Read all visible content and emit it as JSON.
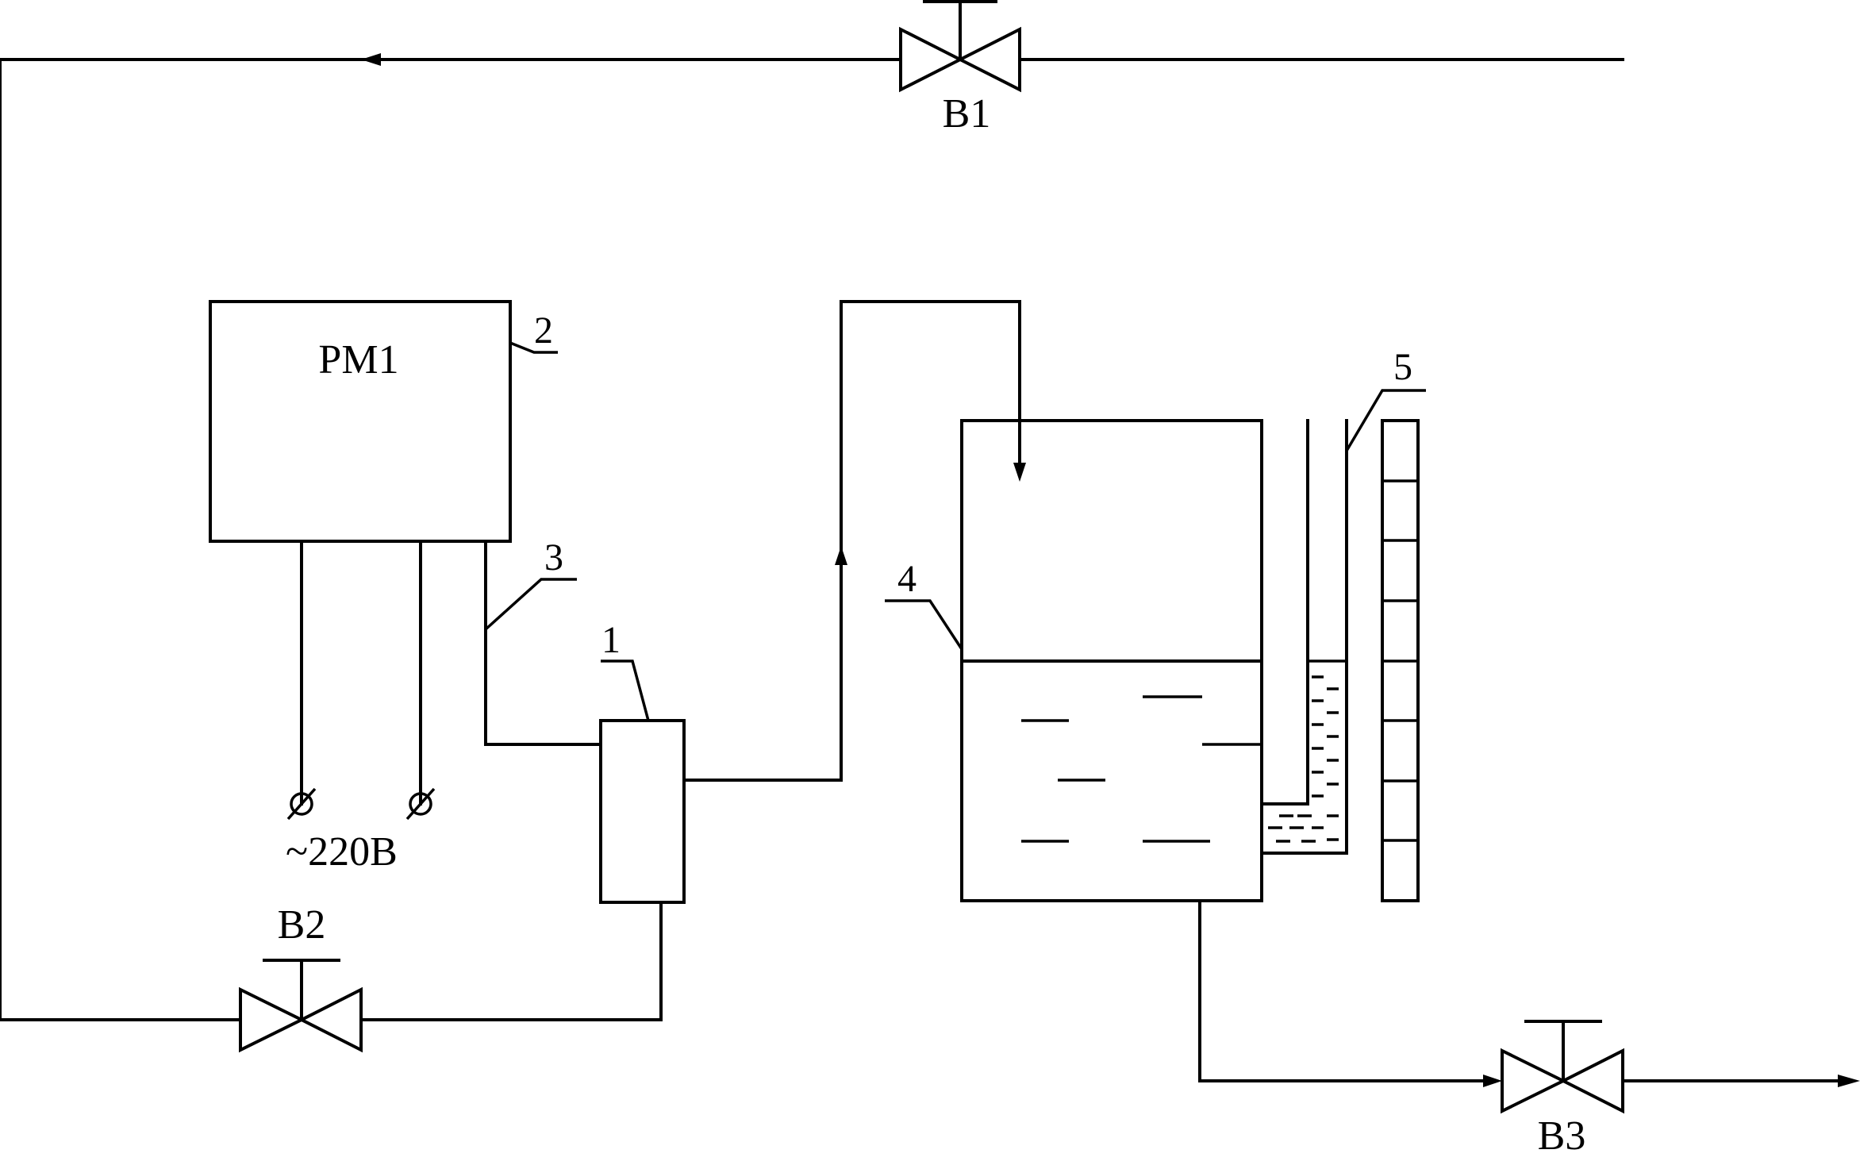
{
  "colors": {
    "line": "#000000",
    "background": "#ffffff"
  },
  "labels": {
    "valve_b1": "B1",
    "valve_b2": "B2",
    "valve_b3": "B3",
    "controller": "PM1",
    "power": "~220B",
    "ref_1": "1",
    "ref_2": "2",
    "ref_3": "3",
    "ref_4": "4",
    "ref_5": "5"
  },
  "icons": {
    "valve": "valve-icon",
    "flow_arrow": "arrow-icon",
    "terminal": "terminal-icon"
  }
}
